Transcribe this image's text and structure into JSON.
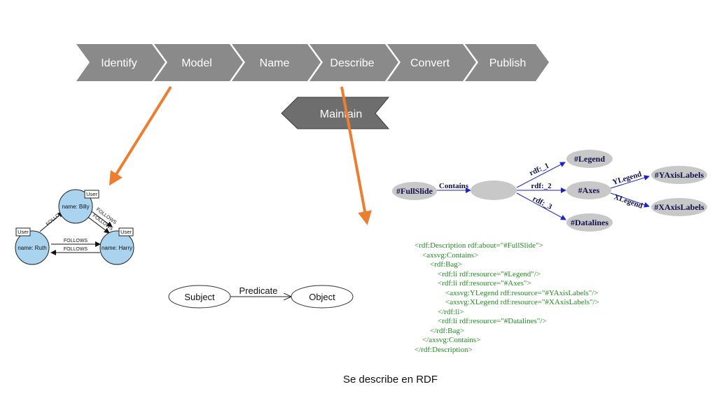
{
  "process_steps": [
    "Identify",
    "Model",
    "Name",
    "Describe",
    "Convert",
    "Publish"
  ],
  "maintain_label": "Maintain",
  "graph_example": {
    "nodes": {
      "billy": {
        "label": "name: Billy",
        "tag": "User"
      },
      "ruth": {
        "label": "name: Ruth",
        "tag": "User"
      },
      "harry": {
        "label": "name: Harry",
        "tag": "User"
      }
    },
    "edge_label": "FOLLOWS"
  },
  "triple": {
    "subject": "Subject",
    "predicate": "Predicate",
    "object": "Object"
  },
  "rdf_graph": {
    "nodes": {
      "fullslide": "#FullSlide",
      "legend": "#Legend",
      "axes": "#Axes",
      "datalines": "#Datalines",
      "yaxislabels": "#YAxisLabels",
      "xaxislabels": "#XAxisLabels"
    },
    "edges": {
      "contains": "Contains",
      "li1": "rdf:_1",
      "li2": "rdf:_2",
      "li3": "rdf:_3",
      "ylegend": "YLegend",
      "xlegend": "XLegend"
    }
  },
  "rdf_xml": [
    "<rdf:Description rdf:about=\"#FullSlide\">",
    "    <axsvg:Contains>",
    "        <rdf:Bag>",
    "            <rdf:li rdf:resource=\"#Legend\"/>",
    "            <rdf:li rdf:resource=\"#Axes\">",
    "                <axsvg:YLegend rdf:resource=\"#YAxisLabels\"/>",
    "                <axsvg:XLegend rdf:resource=\"#XAxisLabels\"/>",
    "            </rdf:li>",
    "            <rdf:li rdf:resource=\"#Datalines\"/>",
    "        </rdf:Bag>",
    "    </axsvg:Contains>",
    "</rdf:Description>"
  ],
  "caption": "Se describe en RDF",
  "colors": {
    "chevron": "#8a8a8a",
    "arrow": "#ed7d31",
    "graph_node": "#a9d3ef",
    "rdf_node": "#c8c8c8",
    "rdf_edge": "#1f22c8",
    "xml_text": "#1f8a1f"
  }
}
